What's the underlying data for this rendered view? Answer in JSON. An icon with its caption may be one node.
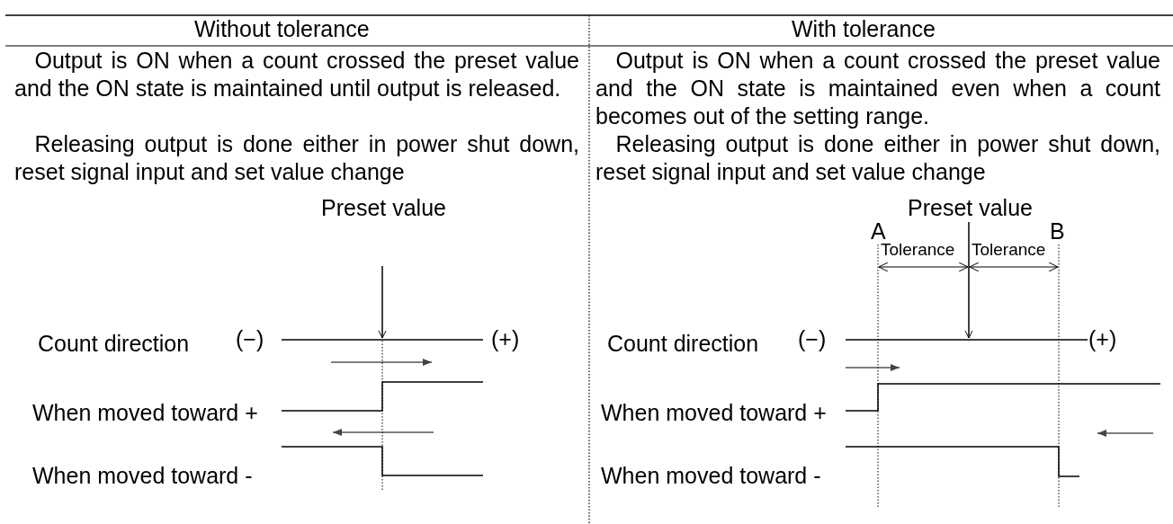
{
  "diagram": {
    "labels": [
      "Without tolerance",
      "With tolerance",
      "Output is ON when a count crossed the preset value and the ON state is maintained until output is released.",
      "Output is ON when a count crossed the preset value and the ON state is maintained even when a count becomes out of the setting range.",
      "Releasing output is done either in power shut down, reset signal input and set value change",
      "Releasing output is done either in power shut down, reset signal input and set value change",
      "Preset value",
      "Count direction",
      "(−)",
      "(+)",
      "When moved toward +",
      "When moved toward -",
      "Preset value",
      "A",
      "B",
      "Tolerance",
      "Tolerance",
      "Count direction",
      "(−)",
      "(+)",
      "When moved toward +",
      "When moved toward -"
    ]
  }
}
